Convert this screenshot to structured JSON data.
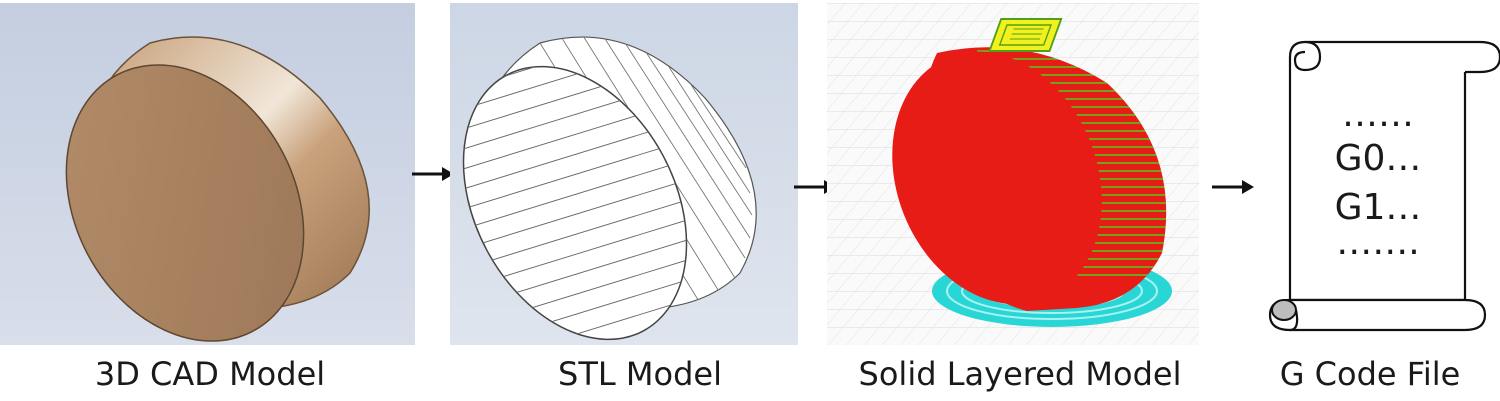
{
  "steps": [
    {
      "caption": "3D CAD Model",
      "icon": "metal-cylinder-render"
    },
    {
      "caption": "STL Model",
      "icon": "triangulated-mesh-cylinder"
    },
    {
      "caption": "Solid Layered Model",
      "icon": "sliced-layered-cylinder"
    },
    {
      "caption": "G Code File",
      "icon": "scroll-document-icon"
    }
  ],
  "gcode": {
    "lines": [
      "……",
      "G0…",
      "G1…",
      "……."
    ]
  },
  "colors": {
    "cad_background": "#c9d2e2",
    "cad_metal": "#b8906c",
    "stl_background": "#d3dbe8",
    "layer_red": "#e81c16",
    "layer_infill_green": "#6fd12a",
    "support_cyan": "#29d6d6",
    "arrow": "#111111"
  }
}
